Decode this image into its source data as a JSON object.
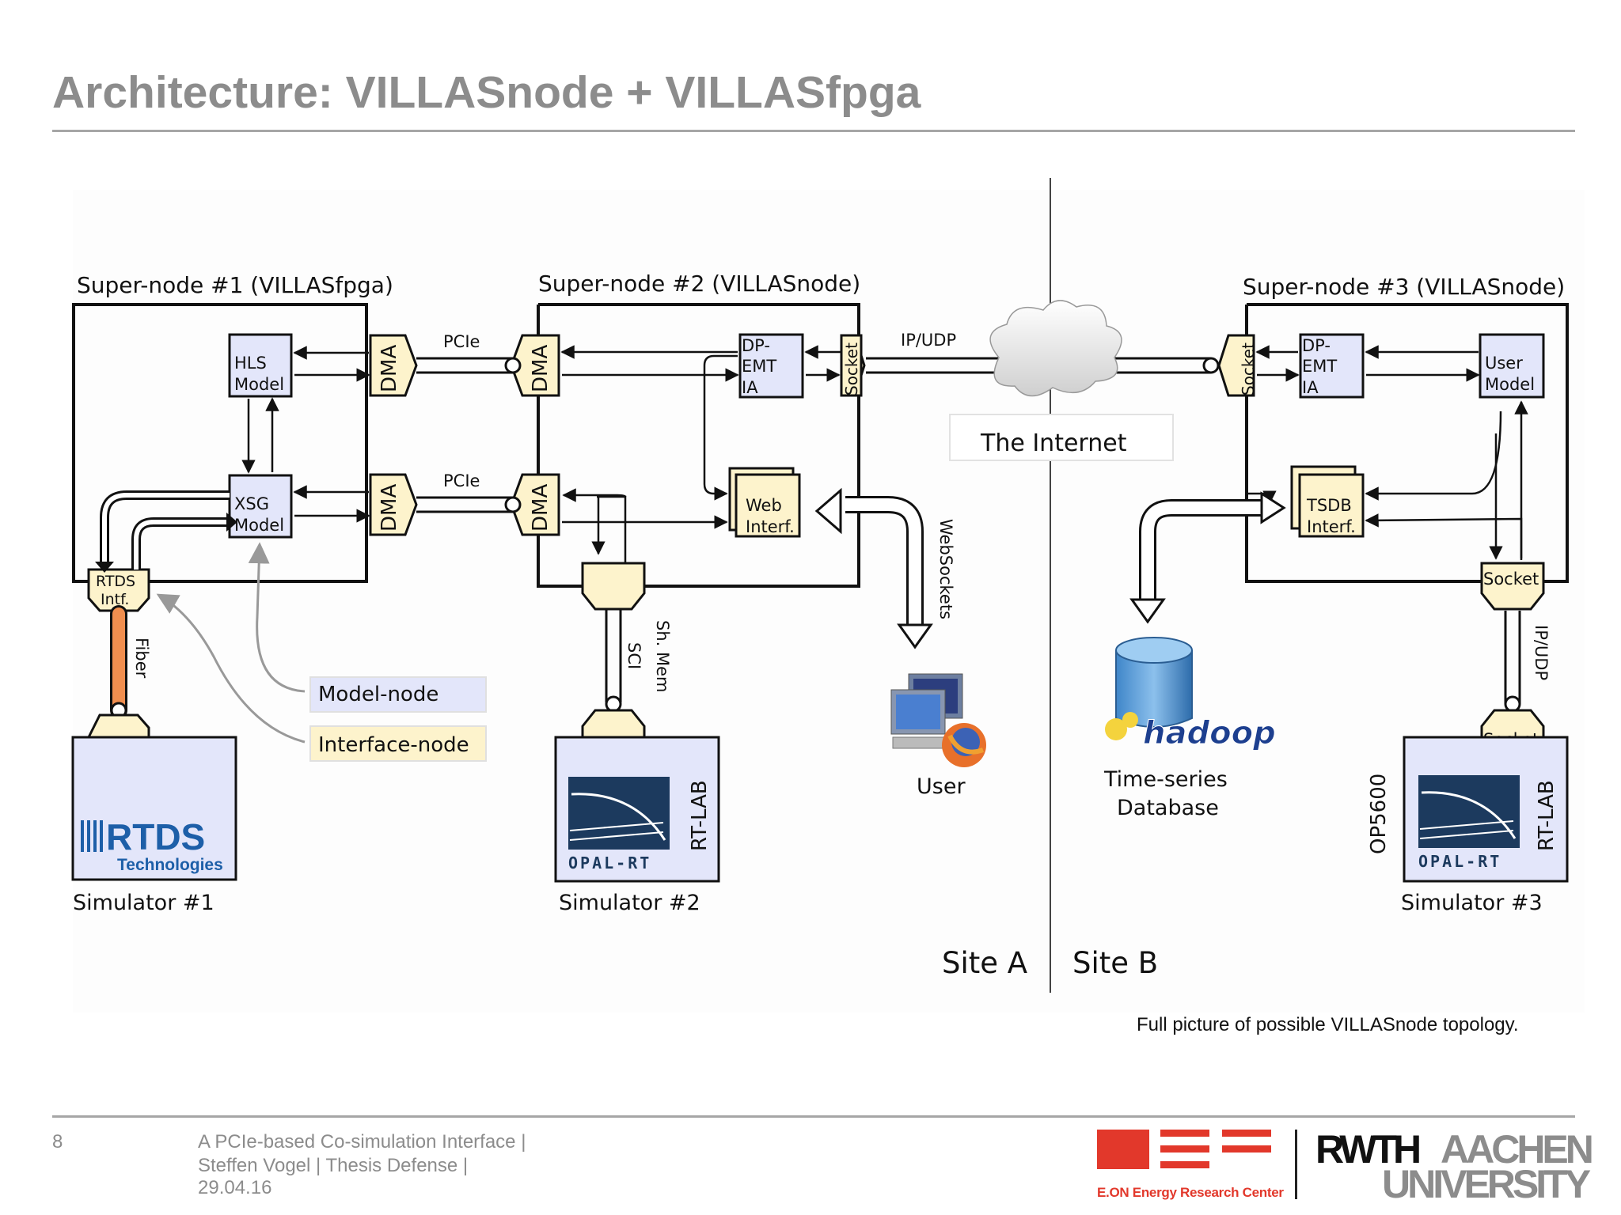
{
  "title": "Architecture: VILLASnode + VILLASfpga",
  "supernodes": {
    "sn1": "Super-node #1 (VILLASfpga)",
    "sn2": "Super-node #2 (VILLASnode)",
    "sn3": "Super-node #3 (VILLASnode)"
  },
  "blocks": {
    "hls_model": [
      "HLS",
      "Model"
    ],
    "xsg_model": [
      "XSG",
      "Model"
    ],
    "dma": "DMA",
    "socket": "Socket",
    "dpemt": [
      "DP-",
      "EMT",
      "IA"
    ],
    "web_interf": [
      "Web",
      "Interf."
    ],
    "user_model": [
      "User",
      "Model"
    ],
    "tsdb_interf": [
      "TSDB",
      "Interf."
    ],
    "rtds_intf": [
      "RTDS",
      "Intf."
    ]
  },
  "links": {
    "pcie": "PCIe",
    "ipudp": "IP/UDP",
    "websockets": "WebSockets",
    "fiber": "Fiber",
    "sci": "SCI",
    "shmem": "Sh. Mem",
    "ipudp_vertical": "IP/UDP"
  },
  "internet": "The Internet",
  "legend": {
    "model_node": "Model-node",
    "interface_node": "Interface-node"
  },
  "simulators": {
    "sim1": "Simulator #1",
    "sim2": "Simulator #2",
    "sim3": "Simulator #3",
    "rtds_logo": "RTDS",
    "rtds_sub": "Technologies",
    "opal_rt": "OPAL-RT",
    "rt_lab": "RT-LAB",
    "op5600": "OP5600"
  },
  "user": "User",
  "database": [
    "Time-series",
    "Database"
  ],
  "hadoop": "hadoop",
  "sites": {
    "a": "Site A",
    "b": "Site B"
  },
  "caption": "Full picture of possible VILLASnode topology.",
  "footer": {
    "page": "8",
    "line1": "A PCIe-based Co-simulation Interface  |",
    "line2": "Steffen Vogel  |  Thesis Defense |",
    "line3": "29.04.16",
    "eon": "E.ON Energy Research Center",
    "rwth": "RWTH",
    "aachen": "AACHEN",
    "university": "UNIVERSITY"
  },
  "colors": {
    "model_fill": "#e3e6fa",
    "interface_fill": "#fdf3cc",
    "fiber": "#f08e4f",
    "rtds_blue": "#1d5fa8",
    "eon_red": "#e2382b"
  }
}
